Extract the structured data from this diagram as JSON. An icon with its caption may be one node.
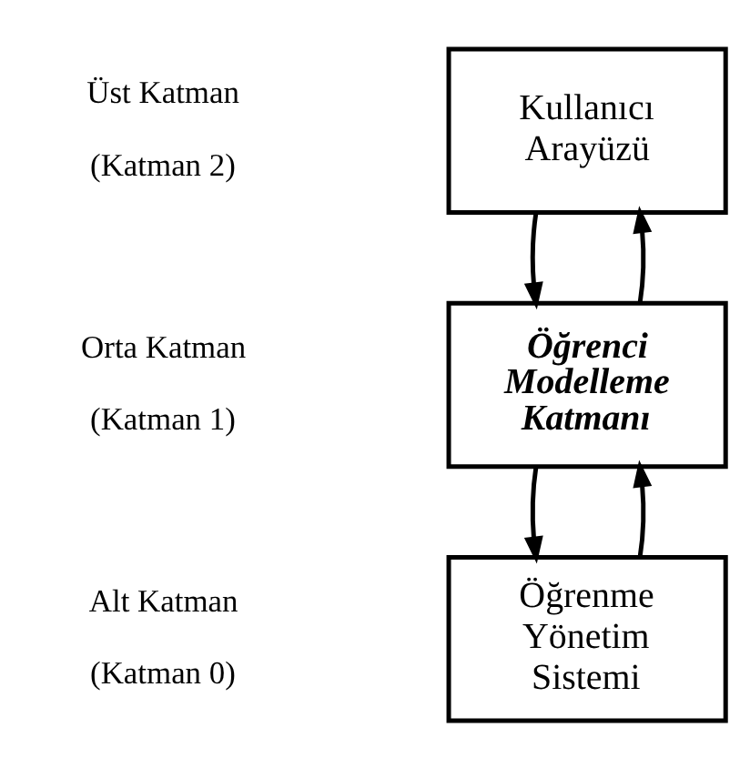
{
  "diagram": {
    "nodes": [
      {
        "text": [
          "Kullanıcı Arayüzü"
        ]
      },
      {
        "text": [
          "Öğrenci Modelleme Katmanı"
        ]
      },
      {
        "text": [
          "Öğrenme Yönetim Sistemi"
        ]
      }
    ],
    "edges": [
      {
        "from": 0,
        "to": 1,
        "arrow": "to"
      },
      {
        "from": 1,
        "to": 0,
        "arrow": "to"
      },
      {
        "from": 1,
        "to": 2,
        "arrow": "to"
      },
      {
        "from": 2,
        "to": 1,
        "arrow": "to"
      }
    ],
    "labels": [
      "Üst Katman",
      "(Katman 2)",
      "Orta Katman",
      "(Katman 1)",
      "Alt Katman",
      "(Katman 0)"
    ]
  }
}
